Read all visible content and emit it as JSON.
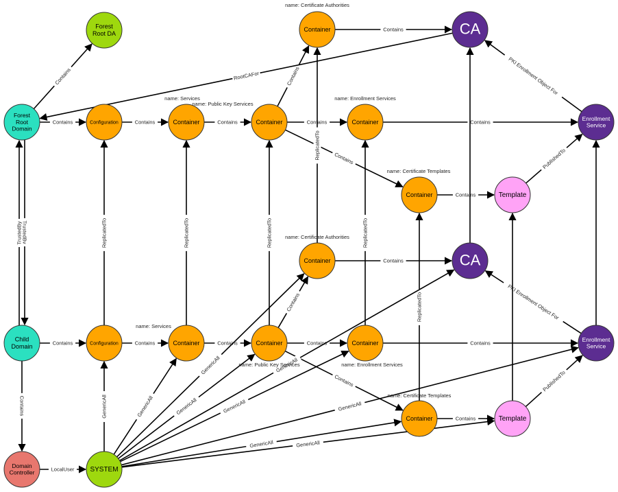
{
  "colors": {
    "orange": "#FFA500",
    "purple": "#5C2D91",
    "teal": "#2BE0C0",
    "lime": "#9ED80E",
    "pink": "#FFA3F6",
    "salmon": "#E8776E",
    "edge": "#000000"
  },
  "nodes": [
    {
      "id": "frda",
      "lines": [
        "Forest",
        "Root DA"
      ],
      "color": "lime",
      "r": 26,
      "fs": 9,
      "fc": "#000"
    },
    {
      "id": "frd",
      "lines": [
        "Forest",
        "Root",
        "Domain"
      ],
      "color": "teal",
      "r": 26,
      "fs": 8.5,
      "fc": "#000"
    },
    {
      "id": "cd",
      "lines": [
        "Child",
        "Domain"
      ],
      "color": "teal",
      "r": 26,
      "fs": 9,
      "fc": "#000"
    },
    {
      "id": "dc",
      "lines": [
        "Domain",
        "Controller"
      ],
      "color": "salmon",
      "r": 26,
      "fs": 8.5,
      "fc": "#000"
    },
    {
      "id": "sys",
      "lines": [
        "SYSTEM"
      ],
      "color": "lime",
      "r": 26,
      "fs": 10,
      "fc": "#000"
    },
    {
      "id": "cfg1",
      "lines": [
        "Configuration"
      ],
      "color": "orange",
      "r": 26,
      "fs": 7,
      "fc": "#000"
    },
    {
      "id": "srv1",
      "lines": [
        "Container"
      ],
      "color": "orange",
      "r": 26,
      "fs": 9,
      "fc": "#000"
    },
    {
      "id": "pks1",
      "lines": [
        "Container"
      ],
      "color": "orange",
      "r": 26,
      "fs": 9,
      "fc": "#000"
    },
    {
      "id": "ca1c",
      "lines": [
        "Container"
      ],
      "color": "orange",
      "r": 26,
      "fs": 9,
      "fc": "#000"
    },
    {
      "id": "es1c",
      "lines": [
        "Container"
      ],
      "color": "orange",
      "r": 26,
      "fs": 9,
      "fc": "#000"
    },
    {
      "id": "ct1",
      "lines": [
        "Container"
      ],
      "color": "orange",
      "r": 26,
      "fs": 9,
      "fc": "#000"
    },
    {
      "id": "ca1",
      "lines": [
        "CA"
      ],
      "color": "purple",
      "r": 26,
      "fs": 22,
      "fc": "#fff"
    },
    {
      "id": "esv1",
      "lines": [
        "Enrollment",
        "Service"
      ],
      "color": "purple",
      "r": 26,
      "fs": 8.5,
      "fc": "#fff"
    },
    {
      "id": "tpl1",
      "lines": [
        "Template"
      ],
      "color": "pink",
      "r": 26,
      "fs": 10,
      "fc": "#000"
    },
    {
      "id": "cfg2",
      "lines": [
        "Configuration"
      ],
      "color": "orange",
      "r": 26,
      "fs": 7,
      "fc": "#000"
    },
    {
      "id": "srv2",
      "lines": [
        "Container"
      ],
      "color": "orange",
      "r": 26,
      "fs": 9,
      "fc": "#000"
    },
    {
      "id": "pks2",
      "lines": [
        "Container"
      ],
      "color": "orange",
      "r": 26,
      "fs": 9,
      "fc": "#000"
    },
    {
      "id": "ca2c",
      "lines": [
        "Container"
      ],
      "color": "orange",
      "r": 26,
      "fs": 9,
      "fc": "#000"
    },
    {
      "id": "es2c",
      "lines": [
        "Container"
      ],
      "color": "orange",
      "r": 26,
      "fs": 9,
      "fc": "#000"
    },
    {
      "id": "ct2",
      "lines": [
        "Container"
      ],
      "color": "orange",
      "r": 26,
      "fs": 9,
      "fc": "#000"
    },
    {
      "id": "ca2",
      "lines": [
        "CA"
      ],
      "color": "purple",
      "r": 26,
      "fs": 22,
      "fc": "#fff"
    },
    {
      "id": "esv2",
      "lines": [
        "Enrollment",
        "Service"
      ],
      "color": "purple",
      "r": 26,
      "fs": 8.5,
      "fc": "#fff"
    },
    {
      "id": "tpl2",
      "lines": [
        "Template"
      ],
      "color": "pink",
      "r": 26,
      "fs": 10,
      "fc": "#000"
    }
  ],
  "annotations": [
    {
      "node": "ca1c",
      "text": "name: Certificate Authorities"
    },
    {
      "node": "srv1",
      "text": "name: Services"
    },
    {
      "node": "pks1",
      "text": "name: Public Key Services"
    },
    {
      "node": "es1c",
      "text": "name: Enrollment Services"
    },
    {
      "node": "ct1",
      "text": "name: Certificate Templates"
    },
    {
      "node": "ca2c",
      "text": "name: Certificate Authorities"
    },
    {
      "node": "srv2",
      "text": "name: Services"
    },
    {
      "node": "pks2",
      "text": "name: Public Key Services"
    },
    {
      "node": "es2c",
      "text": "name: Enrollment Services"
    },
    {
      "node": "ct2",
      "text": "name: Certificate Templates"
    }
  ],
  "edges": [
    {
      "from": "frd",
      "to": "frda",
      "label": "Contains"
    },
    {
      "from": "frd",
      "to": "cfg1",
      "label": "Contains"
    },
    {
      "from": "cfg1",
      "to": "srv1",
      "label": "Contains"
    },
    {
      "from": "srv1",
      "to": "pks1",
      "label": "Contains"
    },
    {
      "from": "pks1",
      "to": "ca1c",
      "label": "Contains"
    },
    {
      "from": "pks1",
      "to": "es1c",
      "label": "Contains"
    },
    {
      "from": "pks1",
      "to": "ct1",
      "label": "Contains"
    },
    {
      "from": "ca1c",
      "to": "ca1",
      "label": "Contains"
    },
    {
      "from": "ca1",
      "to": "frd",
      "label": "RootCAFor"
    },
    {
      "from": "es1c",
      "to": "esv1",
      "label": "Contains"
    },
    {
      "from": "esv1",
      "to": "ca1",
      "label": "PKI Enrollment Object For"
    },
    {
      "from": "ct1",
      "to": "tpl1",
      "label": "Contains"
    },
    {
      "from": "tpl1",
      "to": "esv1",
      "label": "PublishedTo"
    },
    {
      "from": "frd",
      "to": "cd",
      "label": "TrustedBy",
      "offset": -4
    },
    {
      "from": "cd",
      "to": "frd",
      "label": "TrustedBy",
      "offset": -4
    },
    {
      "from": "cd",
      "to": "cfg2",
      "label": "Contains"
    },
    {
      "from": "cd",
      "to": "dc",
      "label": "Contains"
    },
    {
      "from": "cfg2",
      "to": "cfg1",
      "label": "ReplicatedTo"
    },
    {
      "from": "srv2",
      "to": "srv1",
      "label": "ReplicatedTo"
    },
    {
      "from": "pks2",
      "to": "pks1",
      "label": "ReplicatedTo"
    },
    {
      "from": "ca2c",
      "to": "ca1c",
      "label": "ReplicatedTo"
    },
    {
      "from": "es2c",
      "to": "es1c",
      "label": "ReplicatedTo"
    },
    {
      "from": "ct2",
      "to": "ct1",
      "label": "ReplicatedTo"
    },
    {
      "from": "cfg2",
      "to": "srv2",
      "label": "Contains"
    },
    {
      "from": "srv2",
      "to": "pks2",
      "label": "Contains"
    },
    {
      "from": "pks2",
      "to": "ca2c",
      "label": "Contains"
    },
    {
      "from": "pks2",
      "to": "es2c",
      "label": "Contains"
    },
    {
      "from": "pks2",
      "to": "ct2",
      "label": "Contains"
    },
    {
      "from": "ca2c",
      "to": "ca2",
      "label": "Contains"
    },
    {
      "from": "es2c",
      "to": "esv2",
      "label": "Contains"
    },
    {
      "from": "esv2",
      "to": "ca2",
      "label": "PKI Enrollment Object For"
    },
    {
      "from": "ct2",
      "to": "tpl2",
      "label": "Contains"
    },
    {
      "from": "tpl2",
      "to": "esv2",
      "label": "PublishedTo"
    },
    {
      "from": "ca2",
      "to": "ca1",
      "label": ""
    },
    {
      "from": "tpl2",
      "to": "tpl1",
      "label": ""
    },
    {
      "from": "esv2",
      "to": "esv1",
      "label": ""
    },
    {
      "from": "dc",
      "to": "sys",
      "label": "LocalUser"
    },
    {
      "from": "sys",
      "to": "cfg2",
      "label": "GenericAll"
    },
    {
      "from": "sys",
      "to": "srv2",
      "label": "GenericAll"
    },
    {
      "from": "sys",
      "to": "pks2",
      "label": "GenericAll"
    },
    {
      "from": "sys",
      "to": "ca2c",
      "label": "GenericAll"
    },
    {
      "from": "sys",
      "to": "es2c",
      "label": "GenericAll"
    },
    {
      "from": "sys",
      "to": "ca2",
      "label": "GenericAll"
    },
    {
      "from": "sys",
      "to": "ct2",
      "label": "GenericAll"
    },
    {
      "from": "sys",
      "to": "tpl2",
      "label": "GenericAll"
    },
    {
      "from": "sys",
      "to": "esv2",
      "label": "GenericAll"
    }
  ]
}
